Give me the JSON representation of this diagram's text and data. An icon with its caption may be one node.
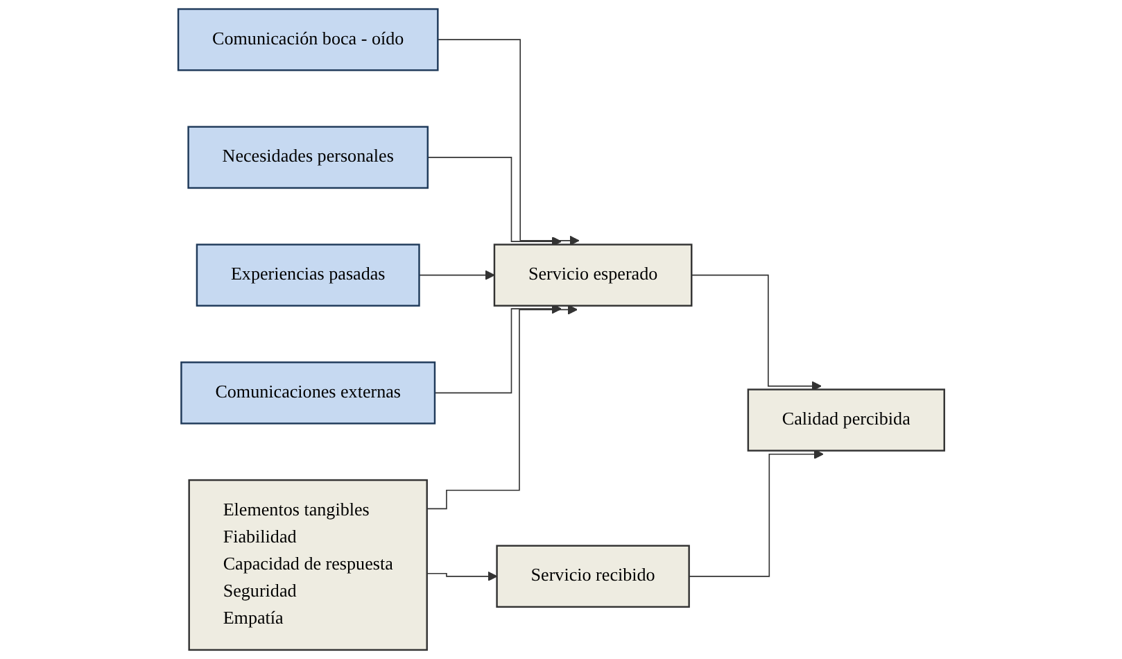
{
  "diagram": {
    "nodes": [
      {
        "text": [
          "Comunicación boca - oído"
        ]
      },
      {
        "text": [
          "Necesidades personales"
        ]
      },
      {
        "text": [
          "Experiencias pasadas"
        ]
      },
      {
        "text": [
          "Comunicaciones externas"
        ]
      },
      {
        "text": [
          "Elementos tangibles",
          "Fiabilidad",
          "Capacidad de respuesta",
          "Seguridad",
          "Empatía"
        ]
      },
      {
        "text": [
          "Servicio esperado"
        ]
      },
      {
        "text": [
          "Servicio recibido"
        ]
      },
      {
        "text": [
          "Calidad percibida"
        ]
      }
    ],
    "edges": [
      {
        "from": 0,
        "to": 5,
        "arrow": "to"
      },
      {
        "from": 1,
        "to": 5,
        "arrow": "to"
      },
      {
        "from": 2,
        "to": 5,
        "arrow": "to"
      },
      {
        "from": 3,
        "to": 5,
        "arrow": "to"
      },
      {
        "from": 4,
        "to": 5,
        "arrow": "to"
      },
      {
        "from": 4,
        "to": 6,
        "arrow": "to"
      },
      {
        "from": 5,
        "to": 7,
        "arrow": "to"
      },
      {
        "from": 6,
        "to": 7,
        "arrow": "to"
      }
    ]
  }
}
